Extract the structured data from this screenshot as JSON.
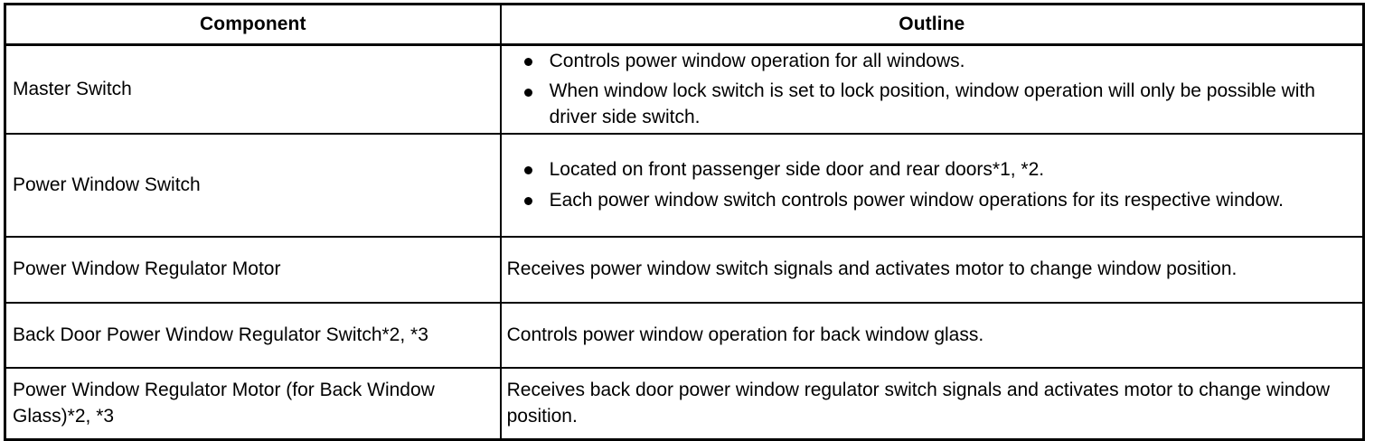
{
  "table": {
    "headers": {
      "component": "Component",
      "outline": "Outline"
    },
    "rows": [
      {
        "component": "Master Switch",
        "outline_type": "bullets",
        "bullets": [
          "Controls power window operation for all windows.",
          "When window lock switch is set to lock position, window operation will only be possible with driver side switch."
        ]
      },
      {
        "component": "Power Window Switch",
        "outline_type": "bullets",
        "bullets": [
          "Located on front passenger side door and rear doors*1, *2.",
          "Each power window switch controls power window operations for its respective window."
        ]
      },
      {
        "component": "Power Window Regulator Motor",
        "outline_type": "plain",
        "text": "Receives power window switch signals and activates motor to change window position."
      },
      {
        "component": "Back Door Power Window Regulator Switch*2, *3",
        "outline_type": "plain",
        "text": "Controls power window operation for back window glass."
      },
      {
        "component": "Power Window Regulator Motor (for Back Window Glass)*2, *3",
        "outline_type": "plain",
        "text": "Receives back door power window regulator switch signals and activates motor to change window position."
      }
    ]
  },
  "style": {
    "text_color": "#000000",
    "background_color": "#ffffff",
    "border_color": "#000000"
  }
}
